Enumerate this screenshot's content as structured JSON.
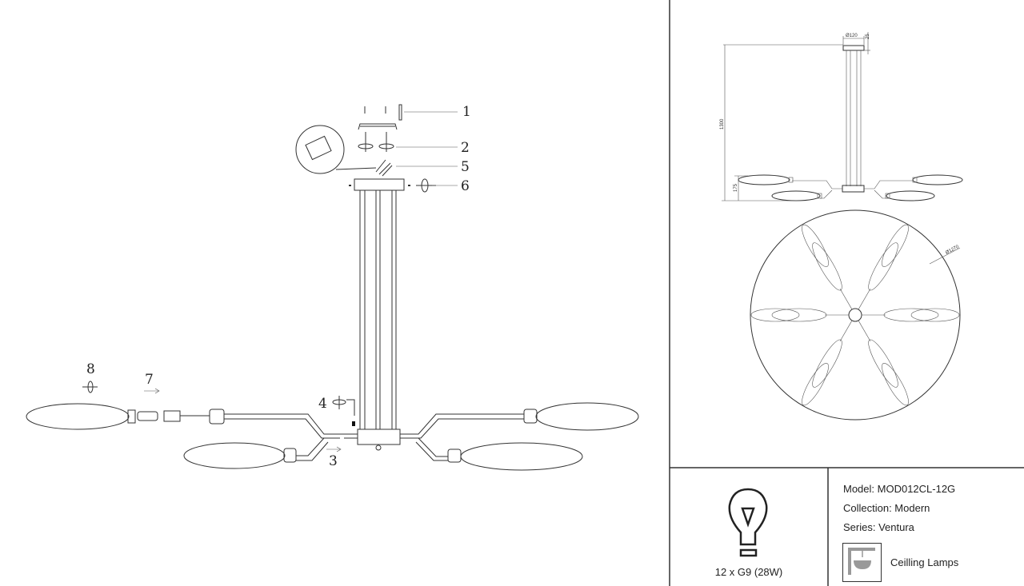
{
  "assembly_steps": [
    "1",
    "2",
    "3",
    "4",
    "5",
    "6",
    "7",
    "8"
  ],
  "dimensions": {
    "canopy_diameter": "Ø120",
    "canopy_height": "25",
    "total_height": "1300",
    "arm_offset": "175",
    "overall_diameter": "Ø1270"
  },
  "product": {
    "model": "Model: MOD012CL-12G",
    "collection": "Collection: Modern",
    "series": "Series: Ventura",
    "category": "Ceilling Lamps",
    "bulbs": "12 x G9 (28W)"
  }
}
